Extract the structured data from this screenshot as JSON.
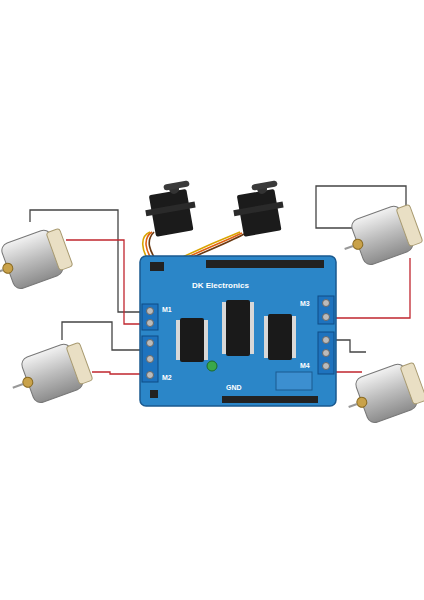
{
  "diagram": {
    "labels": [
      "DK Electronics",
      "M1",
      "M2",
      "M3",
      "M4",
      "GND"
    ]
  }
}
